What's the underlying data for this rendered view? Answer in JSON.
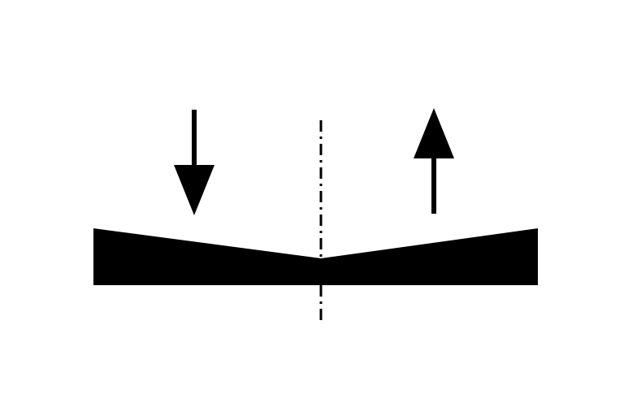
{
  "diagram": {
    "elements": [
      {
        "id": "down-arrow",
        "icon": "arrow-down-icon",
        "direction": "down"
      },
      {
        "id": "up-arrow",
        "icon": "arrow-up-icon",
        "direction": "up"
      },
      {
        "id": "beam",
        "shape": "v-notch-profile"
      },
      {
        "id": "center-line",
        "style": "dash-dot"
      }
    ],
    "colors": {
      "background": "#ffffff",
      "ink": "#000000"
    }
  }
}
